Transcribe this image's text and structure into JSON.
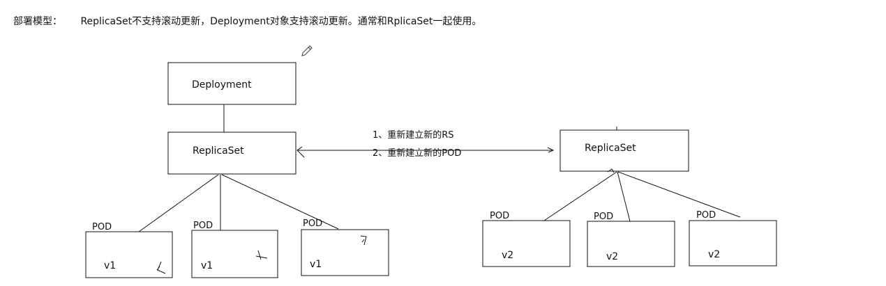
{
  "header": {
    "label": "部署模型：",
    "text": "ReplicaSet不支持滚动更新，Deployment对象支持滚动更新。通常和RplicaSet一起使用。"
  },
  "diagram": {
    "deployment_label": "Deployment",
    "left_replicaset_label": "ReplicaSet",
    "right_replicaset_label": "ReplicaSet",
    "steps": [
      "1、重新建立新的RS",
      "2、重新建立新的POD"
    ],
    "left_pods": [
      {
        "tag": "POD",
        "version": "v1"
      },
      {
        "tag": "POD",
        "version": "v1"
      },
      {
        "tag": "POD",
        "version": "v1"
      }
    ],
    "right_pods": [
      {
        "tag": "POD",
        "version": "v2"
      },
      {
        "tag": "POD",
        "version": "v2"
      },
      {
        "tag": "POD",
        "version": "v2"
      }
    ]
  }
}
